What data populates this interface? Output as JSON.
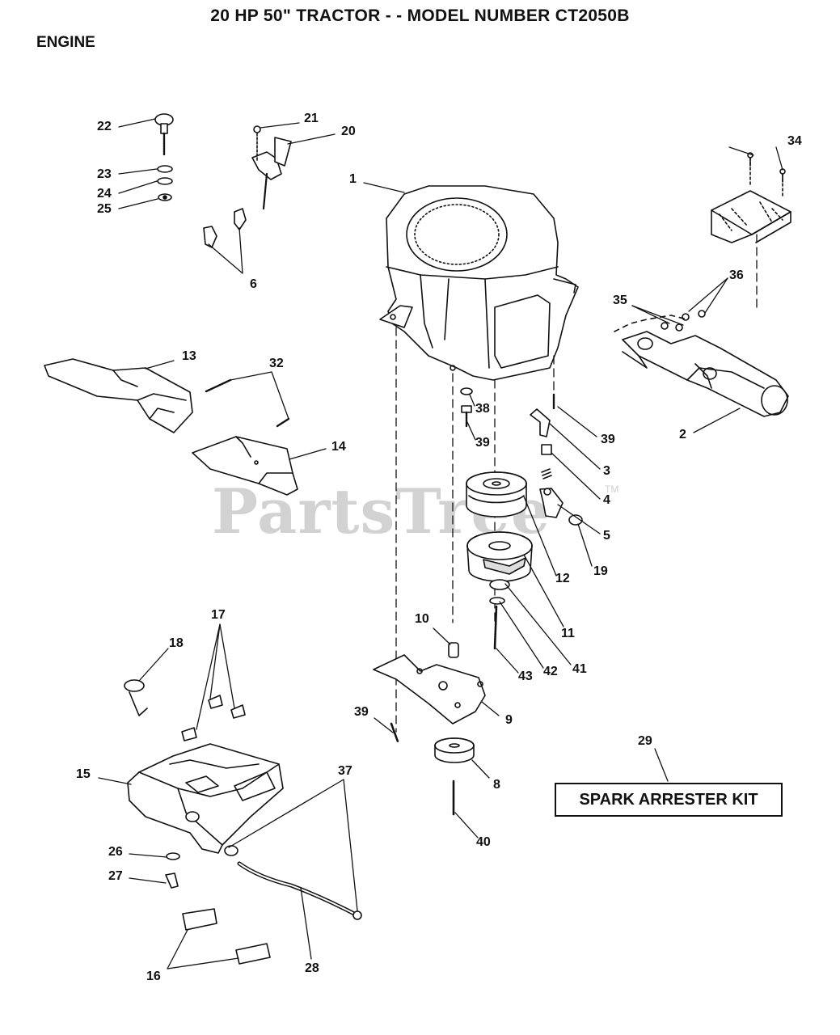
{
  "title": "20 HP 50\" TRACTOR - - MODEL NUMBER CT2050B",
  "section": "ENGINE",
  "watermark": "PartsTree",
  "watermark_tm": "TM",
  "kit_label": "SPARK ARRESTER KIT",
  "callouts": {
    "c1": "1",
    "c2": "2",
    "c3": "3",
    "c4": "4",
    "c5": "5",
    "c6": "6",
    "c8": "8",
    "c9": "9",
    "c10": "10",
    "c11": "11",
    "c12": "12",
    "c13": "13",
    "c14": "14",
    "c15": "15",
    "c16": "16",
    "c17": "17",
    "c18": "18",
    "c19": "19",
    "c20": "20",
    "c21": "21",
    "c22": "22",
    "c23": "23",
    "c24": "24",
    "c25": "25",
    "c26": "26",
    "c27": "27",
    "c28": "28",
    "c29": "29",
    "c32": "32",
    "c34": "34",
    "c35": "35",
    "c36": "36",
    "c37": "37",
    "c38": "38",
    "c39a": "39",
    "c39b": "39",
    "c39c": "39",
    "c40": "40",
    "c41": "41",
    "c42": "42",
    "c43": "43"
  }
}
